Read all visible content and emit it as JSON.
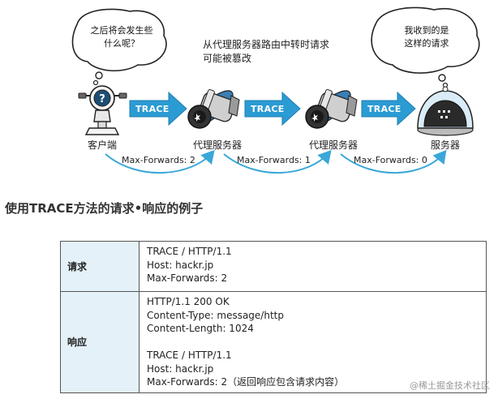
{
  "bubbles": {
    "client_thought": [
      "之后将会发生些",
      "什么呢？"
    ],
    "server_thought": [
      "我收到的是",
      "这样的请求"
    ]
  },
  "proxy_note": [
    "从代理服务器路由中转时请求",
    "可能被篡改"
  ],
  "arrows": [
    "TRACE",
    "TRACE",
    "TRACE"
  ],
  "nodes": [
    "客户端",
    "代理服务器",
    "代理服务器",
    "服务器"
  ],
  "max_forwards": [
    "Max-Forwards: 2",
    "Max-Forwards: 1",
    "Max-Forwards: 0"
  ],
  "section_title": "使用TRACE方法的请求•响应的例子",
  "table": {
    "request_label": "请求",
    "request_lines": [
      "TRACE / HTTP/1.1",
      "Host: hackr.jp",
      "Max-Forwards: 2"
    ],
    "response_label": "响应",
    "response_lines": [
      "HTTP/1.1 200 OK",
      "Content-Type: message/http",
      "Content-Length: 1024",
      "",
      "TRACE / HTTP/1.1",
      "Host: hackr.jp",
      "Max-Forwards: 2（返回响应包含请求内容）"
    ]
  },
  "watermark": "@稀土掘金技术社区",
  "colors": {
    "arrow": "#2b9bd3",
    "arrow_dark": "#1f7fb0",
    "label_bg": "#e4f1f8",
    "curve": "#3aa7d8"
  }
}
